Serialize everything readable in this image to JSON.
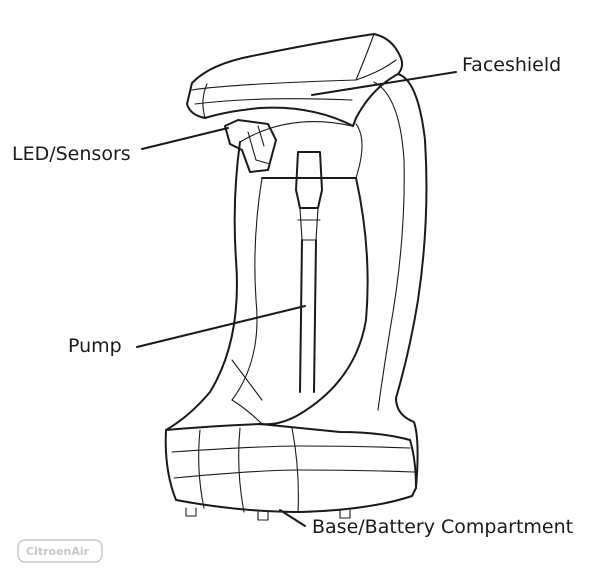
{
  "labels": {
    "faceshield": "Faceshield",
    "led_sensors": "LED/Sensors",
    "pump": "Pump",
    "base": "Base/Battery Compartment"
  },
  "watermark": {
    "text": "CitroenAir"
  },
  "colors": {
    "line": "#1a1a1a",
    "background": "#ffffff",
    "watermark": "#c8c8c8"
  }
}
